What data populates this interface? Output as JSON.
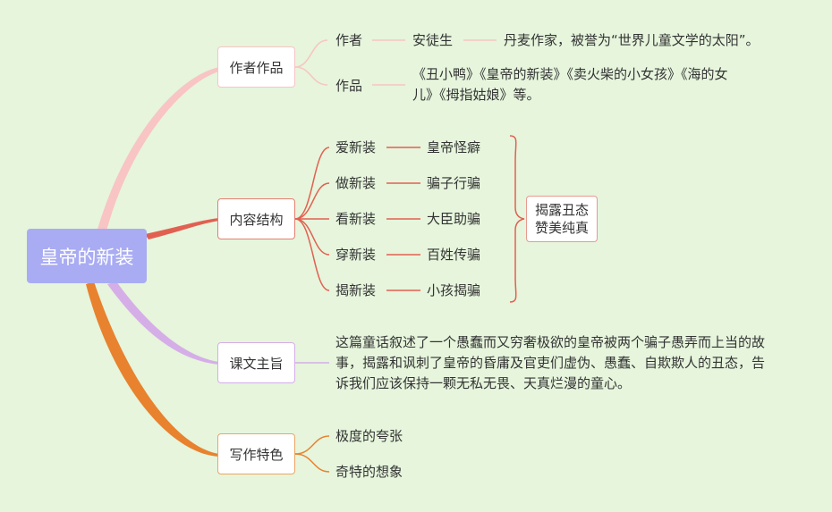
{
  "root": {
    "label": "皇帝的新装"
  },
  "author_work": {
    "label": "作者作品",
    "author_label": "作者",
    "author_name": "安徒生",
    "author_desc": "丹麦作家，被誉为“世界儿童文学的太阳”。",
    "works_label": "作品",
    "works_line1": "《丑小鸭》《皇帝的新装》《卖火柴的小女孩》《海的女",
    "works_line2": "儿》《拇指姑娘》等。"
  },
  "structure": {
    "label": "内容结构",
    "items": [
      {
        "left": "爱新装",
        "right": "皇帝怪癖"
      },
      {
        "left": "做新装",
        "right": "骗子行骗"
      },
      {
        "left": "看新装",
        "right": "大臣助骗"
      },
      {
        "left": "穿新装",
        "right": "百姓传骗"
      },
      {
        "left": "揭新装",
        "right": "小孩揭骗"
      }
    ],
    "summary_line1": "揭露丑态",
    "summary_line2": "赞美纯真"
  },
  "theme": {
    "label": "课文主旨",
    "line1": "这篇童话叙述了一个愚蠢而又穷奢极欲的皇帝被两个骗子愚弄而上当的故",
    "line2": "事，揭露和讽刺了皇帝的昏庸及官吏们虚伪、愚蠢、自欺欺人的丑态，告",
    "line3": "诉我们应该保持一颗无私无畏、天真烂漫的童心。"
  },
  "features": {
    "label": "写作特色",
    "items": [
      "极度的夸张",
      "奇特的想象"
    ]
  },
  "colors": {
    "background": "#e6f5dc",
    "root": "#a9acf2",
    "branch_author": "#f8c4c4",
    "branch_structure": "#e26051",
    "branch_theme": "#d5aee8",
    "branch_features": "#e8822e"
  }
}
